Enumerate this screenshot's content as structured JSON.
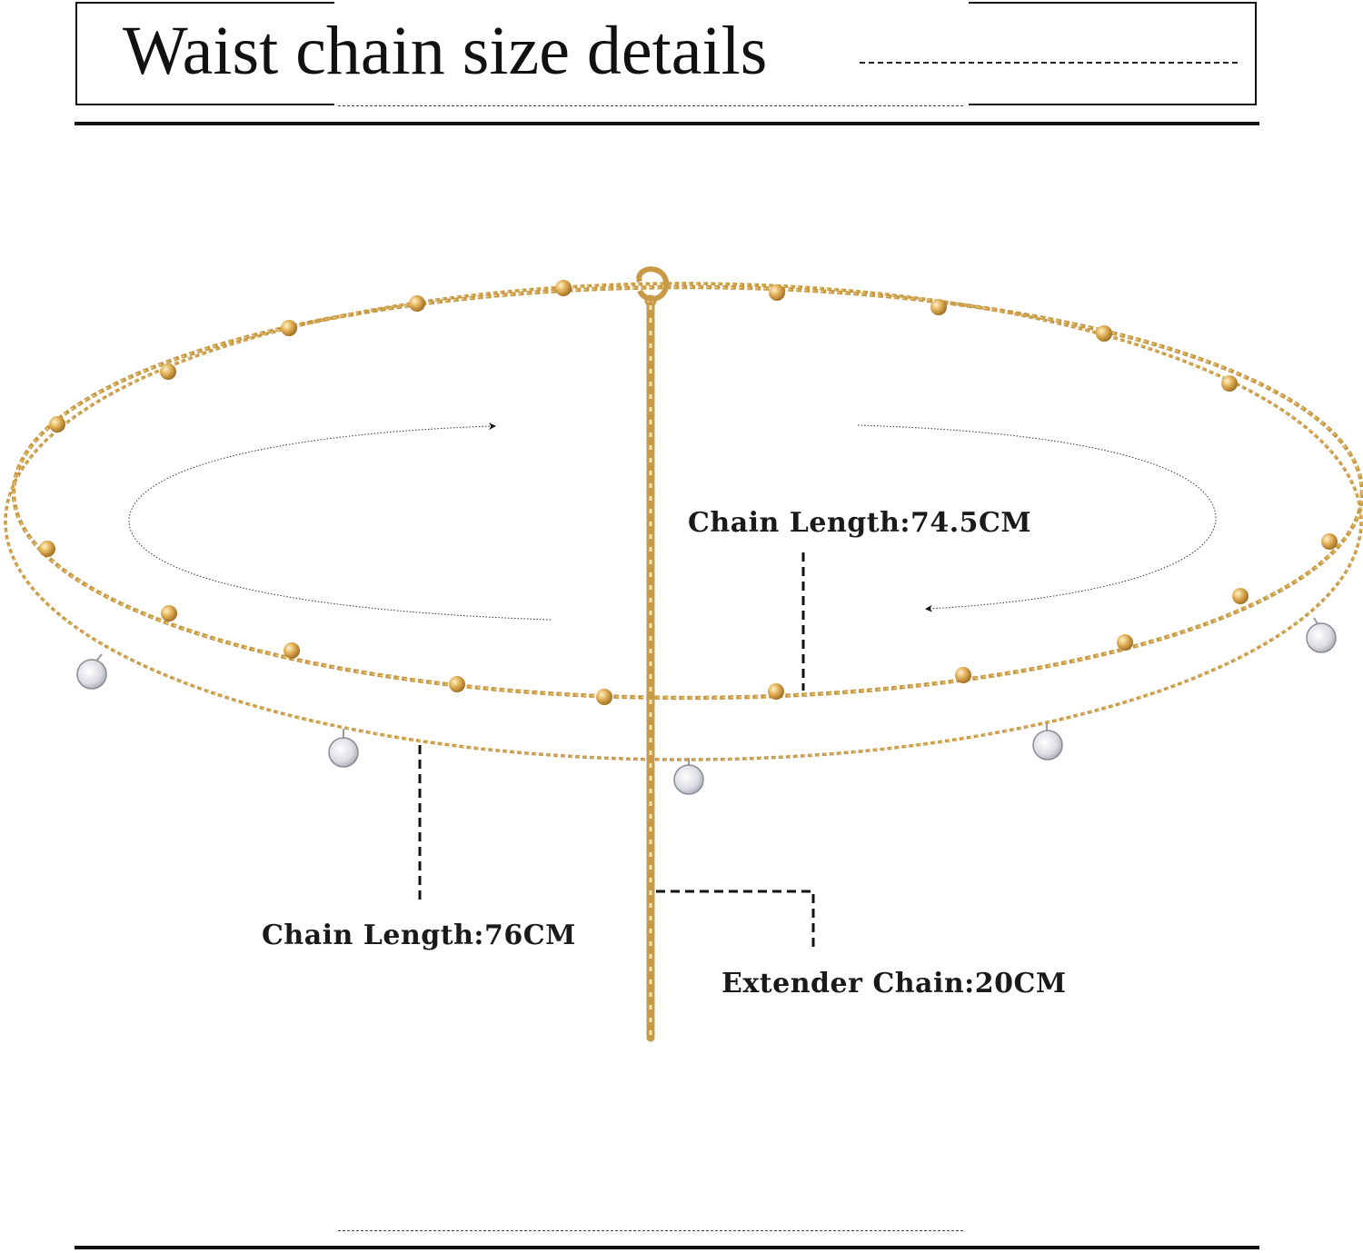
{
  "title": "Waist chain size details",
  "labels": {
    "chain_upper": "Chain Length:74.5CM",
    "chain_lower": "Chain Length:76CM",
    "extender": "Extender Chain:20CM"
  },
  "colors": {
    "gold": "#d4a24a",
    "gold_dark": "#b7832a",
    "ink": "#111111",
    "crystal": "#e8e8ec"
  },
  "icons": [
    "clasp-icon",
    "crystal-charm-icon",
    "arrow-icon"
  ]
}
